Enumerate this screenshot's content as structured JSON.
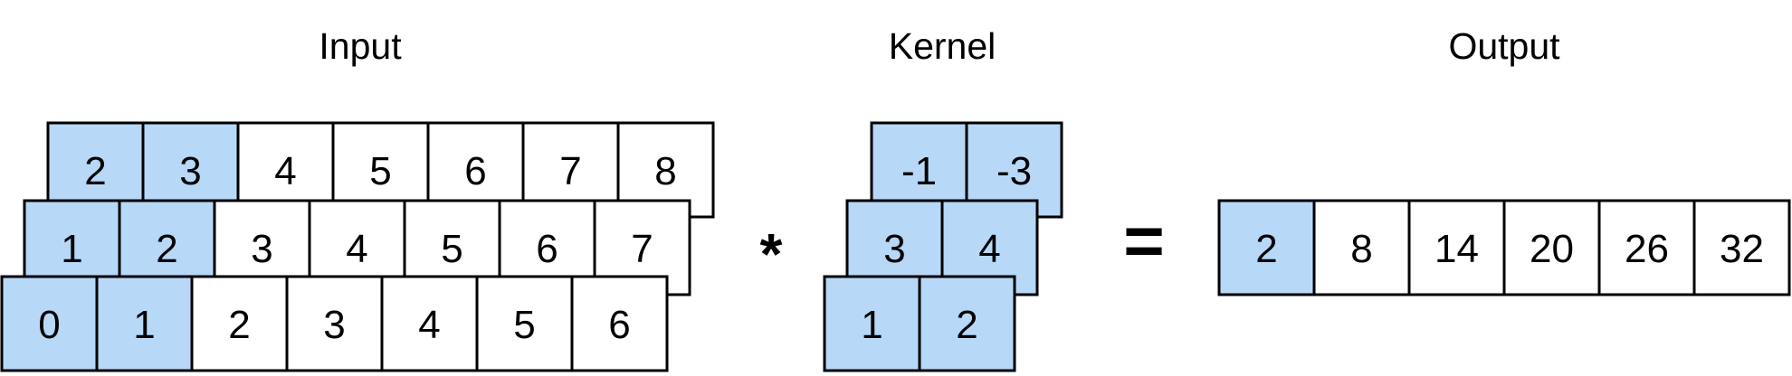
{
  "labels": {
    "input": "Input",
    "kernel": "Kernel",
    "output": "Output"
  },
  "operators": {
    "multiply": "*",
    "equals": "="
  },
  "colors": {
    "highlight": "#b8d8f8",
    "cell_fill": "#ffffff",
    "stroke": "#000000"
  },
  "input": {
    "channels": [
      {
        "values": [
          "0",
          "1",
          "2",
          "3",
          "4",
          "5",
          "6"
        ],
        "highlighted": [
          true,
          true,
          false,
          false,
          false,
          false,
          false
        ]
      },
      {
        "values": [
          "1",
          "2",
          "3",
          "4",
          "5",
          "6",
          "7"
        ],
        "highlighted": [
          true,
          true,
          false,
          false,
          false,
          false,
          false
        ]
      },
      {
        "values": [
          "2",
          "3",
          "4",
          "5",
          "6",
          "7",
          "8"
        ],
        "highlighted": [
          true,
          true,
          false,
          false,
          false,
          false,
          false
        ]
      }
    ]
  },
  "kernel": {
    "channels": [
      {
        "values": [
          "1",
          "2"
        ],
        "highlighted": [
          true,
          true
        ]
      },
      {
        "values": [
          "3",
          "4"
        ],
        "highlighted": [
          true,
          true
        ]
      },
      {
        "values": [
          "-1",
          "-3"
        ],
        "highlighted": [
          true,
          true
        ]
      }
    ]
  },
  "output": {
    "values": [
      "2",
      "8",
      "14",
      "20",
      "26",
      "32"
    ],
    "highlighted": [
      true,
      false,
      false,
      false,
      false,
      false
    ]
  }
}
